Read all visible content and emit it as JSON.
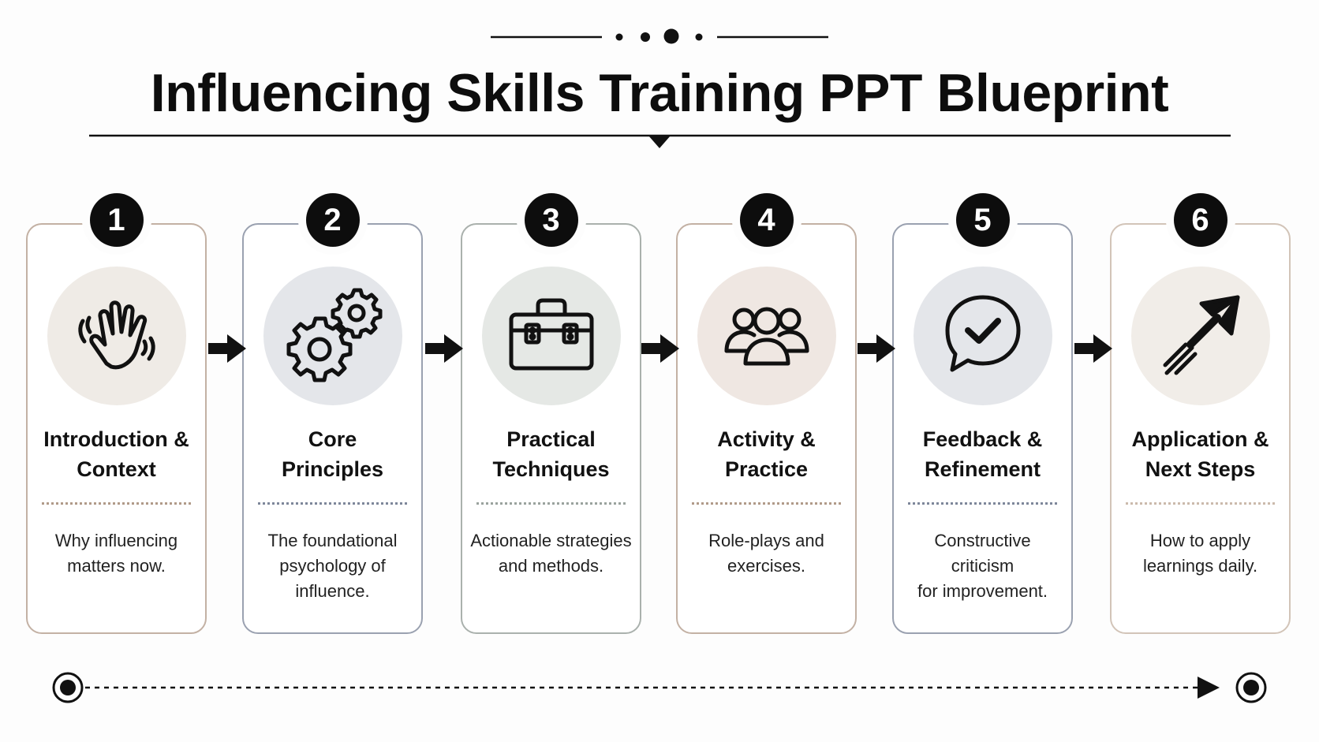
{
  "title": "Influencing Skills Training PPT Blueprint",
  "colors": {
    "ink": "#0d0d0d",
    "warm_border": "#b9a596",
    "cool_border": "#8c94a6",
    "sage_border": "#a5ada8",
    "warm_fill": "#efeae5",
    "cool_fill": "#e5e7eb",
    "sage_fill": "#e6e9e6"
  },
  "steps": [
    {
      "number": "1",
      "title_line1": "Introduction &",
      "title_line2": "Context",
      "desc_line1": "Why influencing",
      "desc_line2": "matters now.",
      "desc_line3": "",
      "icon": "waving-hand-icon"
    },
    {
      "number": "2",
      "title_line1": "Core",
      "title_line2": "Principles",
      "desc_line1": "The foundational",
      "desc_line2": "psychology of",
      "desc_line3": "influence.",
      "icon": "gears-icon"
    },
    {
      "number": "3",
      "title_line1": "Practical",
      "title_line2": "Techniques",
      "desc_line1": "Actionable strategies",
      "desc_line2": "and methods.",
      "desc_line3": "",
      "icon": "toolbox-icon"
    },
    {
      "number": "4",
      "title_line1": "Activity &",
      "title_line2": "Practice",
      "desc_line1": "Role-plays and",
      "desc_line2": "exercises.",
      "desc_line3": "",
      "icon": "group-people-icon"
    },
    {
      "number": "5",
      "title_line1": "Feedback &",
      "title_line2": "Refinement",
      "desc_line1": "Constructive criticism",
      "desc_line2": "for improvement.",
      "desc_line3": "",
      "icon": "chat-check-icon"
    },
    {
      "number": "6",
      "title_line1": "Application &",
      "title_line2": "Next Steps",
      "desc_line1": "How to apply",
      "desc_line2": "learnings daily.",
      "desc_line3": "",
      "icon": "upward-arrow-icon"
    }
  ]
}
